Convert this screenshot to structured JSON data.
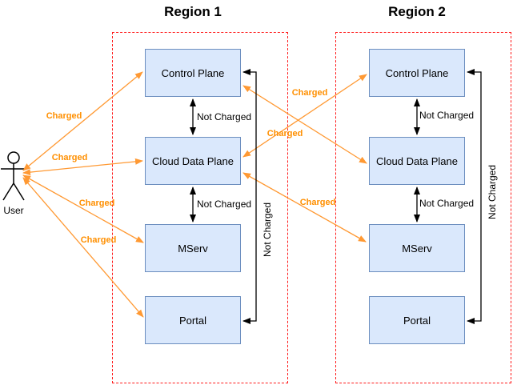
{
  "regions": [
    {
      "title": "Region 1",
      "nodes": [
        {
          "label": "Control Plane"
        },
        {
          "label": "Cloud Data Plane"
        },
        {
          "label": "MServ"
        },
        {
          "label": "Portal"
        }
      ]
    },
    {
      "title": "Region 2",
      "nodes": [
        {
          "label": "Control Plane"
        },
        {
          "label": "Cloud Data Plane"
        },
        {
          "label": "MServ"
        },
        {
          "label": "Portal"
        }
      ]
    }
  ],
  "actor": {
    "label": "User"
  },
  "edge_labels": {
    "charged": [
      {
        "text": "Charged"
      },
      {
        "text": "Charged"
      },
      {
        "text": "Charged"
      },
      {
        "text": "Charged"
      },
      {
        "text": "Charged"
      },
      {
        "text": "Charged"
      },
      {
        "text": "Charged"
      }
    ],
    "not_charged": [
      {
        "text": "Not Charged"
      },
      {
        "text": "Not Charged"
      },
      {
        "text": "Not Charged"
      },
      {
        "text": "Not Charged"
      },
      {
        "text": "Not Charged"
      },
      {
        "text": "Not Charged"
      }
    ]
  },
  "icons": {
    "user_actor": "stick-figure"
  },
  "colors": {
    "node_fill": "#dae8fc",
    "node_border": "#6c8ebf",
    "region_border": "#ff1a1a",
    "charged_text": "#ff8f00",
    "charged_edge": "#ff9933",
    "not_charged_edge": "#000000",
    "text": "#000000"
  }
}
